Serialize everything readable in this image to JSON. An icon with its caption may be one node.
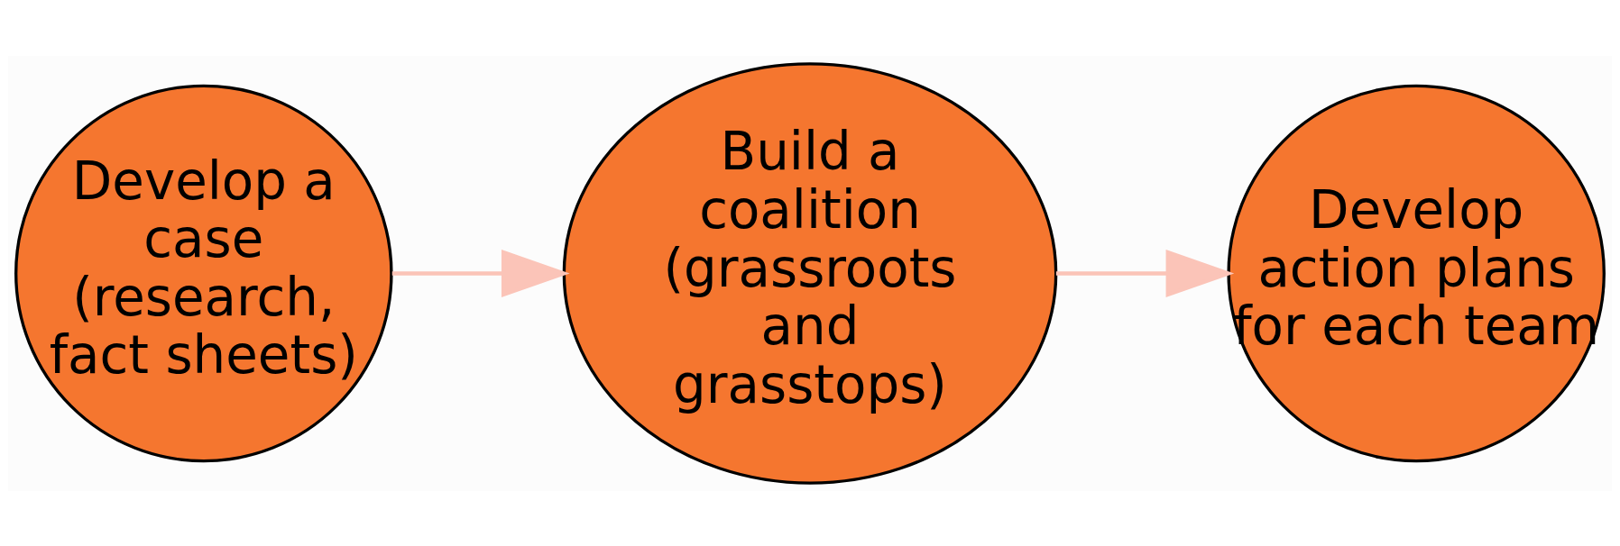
{
  "diagram": {
    "nodes": [
      {
        "text": [
          "Develop a case (research, fact sheets)"
        ]
      },
      {
        "text": [
          "Build a coalition (grassroots and grasstops)"
        ]
      },
      {
        "text": [
          "Develop action plans for each team"
        ]
      }
    ],
    "edges": [
      {
        "from": 0,
        "to": 1,
        "arrow": "to",
        "color": "#fbc4b8"
      },
      {
        "from": 1,
        "to": 2,
        "arrow": "to",
        "color": "#fbc4b8"
      }
    ]
  }
}
